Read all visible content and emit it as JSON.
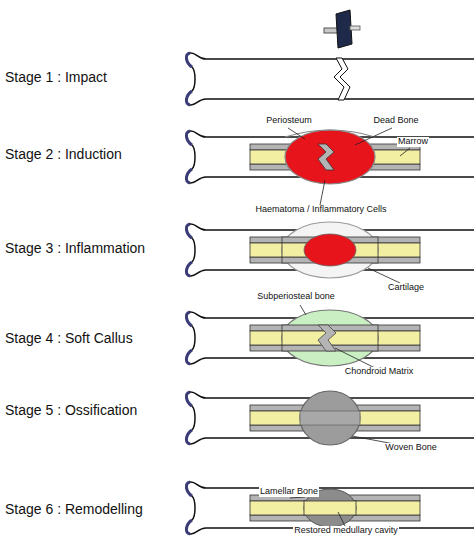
{
  "diagram": {
    "labels": [
      "Stage 1 : Impact",
      "Stage 2 : Induction",
      "Periosteum",
      "Dead Bone",
      "Marrow",
      "Haematoma / Inflammatory Cells",
      "Stage 3 : Inflammation",
      "Cartilage",
      "Stage 4 : Soft Callus",
      "Subperiosteal bone",
      "Chondroid Matrix",
      "Stage 5 : Ossification",
      "Woven Bone",
      "Stage 6 : Remodelling",
      "Lamellar Bone",
      "Restored medullary cavity"
    ]
  }
}
